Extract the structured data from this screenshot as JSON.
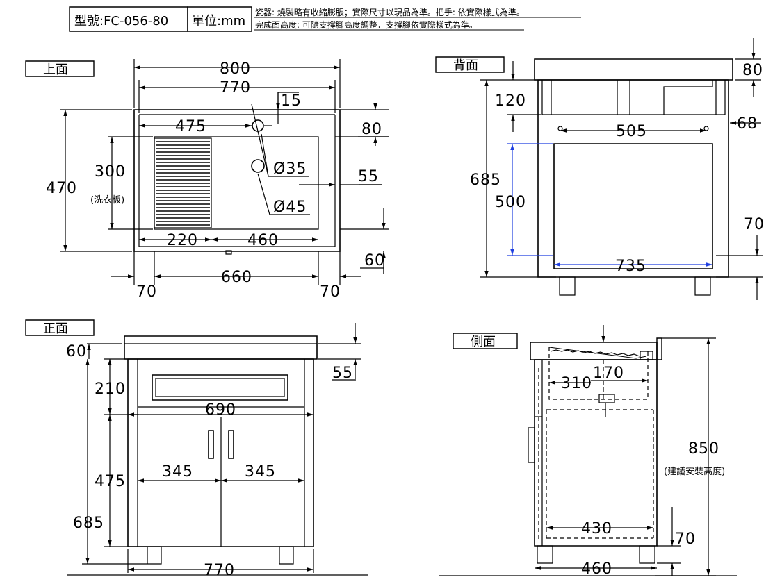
{
  "header": {
    "model": "型號:FC-056-80",
    "unit": "單位:mm",
    "note1": "瓷器: 燒製略有收縮膨脹；實際尺寸以現品為準。把手: 依實際樣式為準。",
    "note2": "完成面高度: 可隨支撐腳高度調整．支撐腳依實際樣式為準。"
  },
  "top_view": {
    "title": "上面",
    "dims": {
      "w800": "800",
      "w770": "770",
      "d15": "15",
      "w475": "475",
      "d80": "80",
      "dia35": "Ø35",
      "dia45": "Ø45",
      "d55": "55",
      "h470": "470",
      "h300": "300",
      "washboard": "(洗衣板)",
      "w220": "220",
      "w460": "460",
      "d60": "60",
      "w70a": "70",
      "w660": "660",
      "w70b": "70"
    }
  },
  "back_view": {
    "title": "背面",
    "dims": {
      "d80": "80",
      "d120": "120",
      "d68": "68",
      "w505": "505",
      "h685": "685",
      "h500": "500",
      "d70": "70",
      "w735": "735"
    }
  },
  "front_view": {
    "title": "正面",
    "dims": {
      "d60": "60",
      "d55": "55",
      "h210": "210",
      "w690": "690",
      "w345a": "345",
      "w345b": "345",
      "h475": "475",
      "h685": "685",
      "w770": "770"
    }
  },
  "side_view": {
    "title": "側面",
    "dims": {
      "w170": "170",
      "w310": "310",
      "h850": "850",
      "install": "(建議安裝高度)",
      "w430": "430",
      "d70": "70",
      "w460": "460"
    }
  },
  "colors": {
    "line": "#000000",
    "accent": "#1f3fe0"
  }
}
